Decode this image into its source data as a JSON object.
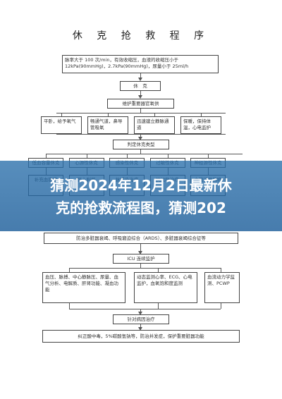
{
  "diagram": {
    "title": "休 克 抢 救 程 序",
    "criteria": {
      "line1": "脉率大于 100 次/min，有效收缩压，血液的收缩压小于",
      "line2": "12kPa(90mmHg)，2.7kPa(90mmHg)，尿量小于 25ml/h"
    },
    "shock": "休　克",
    "step_assess": "维护重要器官氧供",
    "actions": [
      "平卧，给予氧气",
      "畅通气道，鼻导管吸氧",
      "迅速建立静脉通道",
      "保暖，保持体温，心电监护"
    ],
    "step_classify": "判定休克类型",
    "types": [
      "低血容量休克",
      "心源性休克",
      "感染性休克",
      "过敏性休克",
      "神经源性休克"
    ],
    "type_treatments": [
      "补充血容量",
      "强心利尿",
      "抗感染治疗",
      "抗过敏治疗",
      "血管活性药物"
    ],
    "complications": "防治多脏器衰竭、呼吸窘迫综合（ARDS）、多脏器衰竭综合征等",
    "icu": "ICU 连续监护",
    "monitor_left": "血压、脉搏、中心静脉压、尿量、血气分析、电解质、肝肾功能、凝血功能",
    "monitor_mid": "动态监测心率、ECG、心电监护，血氧饱和度监测",
    "monitor_right": "血流动力学监测、PCWP",
    "step_treat": "针对病因治疗",
    "final": "纠正酸中毒，5%碳酸氢钠等，防治并发症，保护重要脏器功能"
  },
  "banner": {
    "line1": "猜测2024年12月2日最新休",
    "line2": "克的抢救流程图，猜测202"
  },
  "colors": {
    "banner_bg": "#2a6ea8",
    "banner_text": "#ffffff",
    "line": "#555555"
  }
}
